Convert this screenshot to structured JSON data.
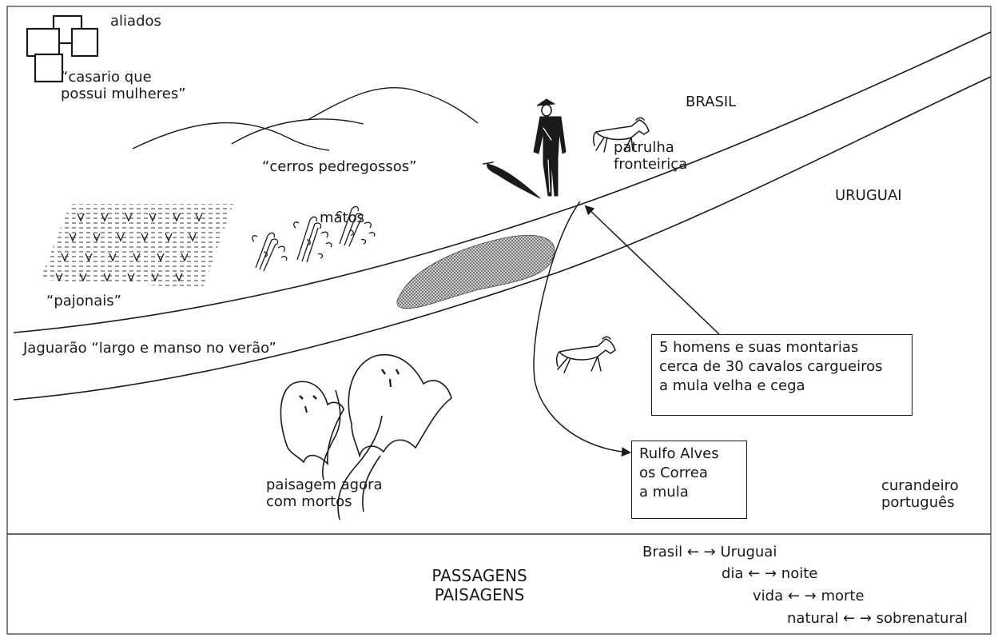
{
  "labels": {
    "aliados": "aliados",
    "casario": [
      "“casario que",
      "possui mulheres”"
    ],
    "brasil": "BRASIL",
    "uruguai": "URUGUAI",
    "cerros": "“cerros pedregossos”",
    "matos": "matos",
    "pajonais": "“pajonais”",
    "patrulha": [
      "patrulha",
      "fronteiriça"
    ],
    "jaguarao": "Jaguarão “largo e manso no verão”",
    "paisagem": [
      "paisagem agora",
      "com mortos"
    ],
    "curandeiro": [
      "curandeiro",
      "português"
    ]
  },
  "boxes": {
    "homens": [
      "5 homens e suas montarias",
      "cerca de 30 cavalos cargueiros",
      "a mula velha e cega"
    ],
    "rulfo": [
      "Rulfo Alves",
      "os Correa",
      "a mula"
    ]
  },
  "footer": {
    "title": [
      "PASSAGENS",
      "PAISAGENS"
    ],
    "pairs": [
      "Brasil  ←  → Uruguai",
      "dia ← → noite",
      "vida  ← → morte",
      "natural ←  → sobrenatural"
    ]
  },
  "icons": [
    "houses-icon",
    "hills-icon",
    "grass-field-icon",
    "bushes-icon",
    "soldier-icon",
    "horse-icon",
    "ghost-icon",
    "dark-patch-icon"
  ],
  "colors": {
    "ink": "#1a1a1a",
    "background": "#ffffff"
  }
}
